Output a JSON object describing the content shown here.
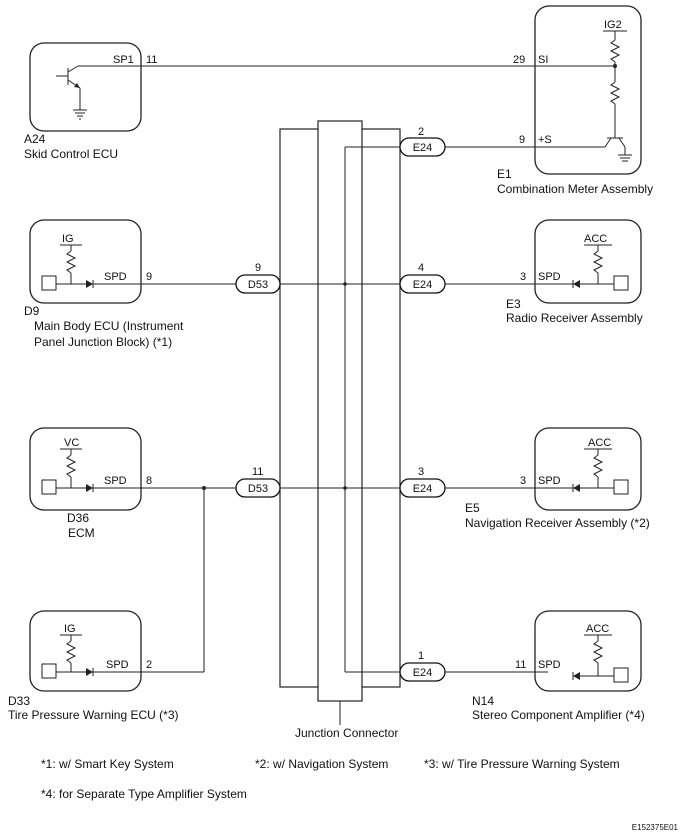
{
  "components": {
    "a24": {
      "code": "A24",
      "name": "Skid Control ECU",
      "pin_label": "SP1",
      "pin_no": "11"
    },
    "e1": {
      "code": "E1",
      "name": "Combination Meter Assembly",
      "supply": "IG2",
      "pin_si": "SI",
      "pin_si_no": "29",
      "pin_s": "+S",
      "pin_s_no": "9"
    },
    "d9": {
      "code": "D9",
      "name_line1": "Main Body ECU (Instrument",
      "name_line2": "Panel Junction Block) (*1)",
      "supply": "IG",
      "pin_label": "SPD",
      "pin_no": "9"
    },
    "e3": {
      "code": "E3",
      "name": "Radio Receiver Assembly",
      "supply": "ACC",
      "pin_label": "SPD",
      "pin_no": "3"
    },
    "d36": {
      "code": "D36",
      "name": "ECM",
      "supply": "VC",
      "pin_label": "SPD",
      "pin_no": "8"
    },
    "e5": {
      "code": "E5",
      "name": "Navigation Receiver Assembly (*2)",
      "supply": "ACC",
      "pin_label": "SPD",
      "pin_no": "3"
    },
    "d33": {
      "code": "D33",
      "name": "Tire Pressure Warning ECU (*3)",
      "supply": "IG",
      "pin_label": "SPD",
      "pin_no": "2"
    },
    "n14": {
      "code": "N14",
      "name": "Stereo Component Amplifier (*4)",
      "supply": "ACC",
      "pin_label": "SPD",
      "pin_no": "11"
    }
  },
  "connectors": {
    "e24_top": {
      "name": "E24",
      "pin": "2"
    },
    "d53_upper": {
      "name": "D53",
      "pin": "9"
    },
    "e24_upper": {
      "name": "E24",
      "pin": "4"
    },
    "d53_lower": {
      "name": "D53",
      "pin": "11"
    },
    "e24_lower": {
      "name": "E24",
      "pin": "3"
    },
    "e24_bottom": {
      "name": "E24",
      "pin": "1"
    }
  },
  "junction_connector_label": "Junction Connector",
  "notes": [
    "*1: w/ Smart Key System",
    "*2: w/ Navigation System",
    "*3: w/ Tire Pressure Warning System",
    "*4: for Separate Type Amplifier System"
  ],
  "figure_code": "E152375E01"
}
